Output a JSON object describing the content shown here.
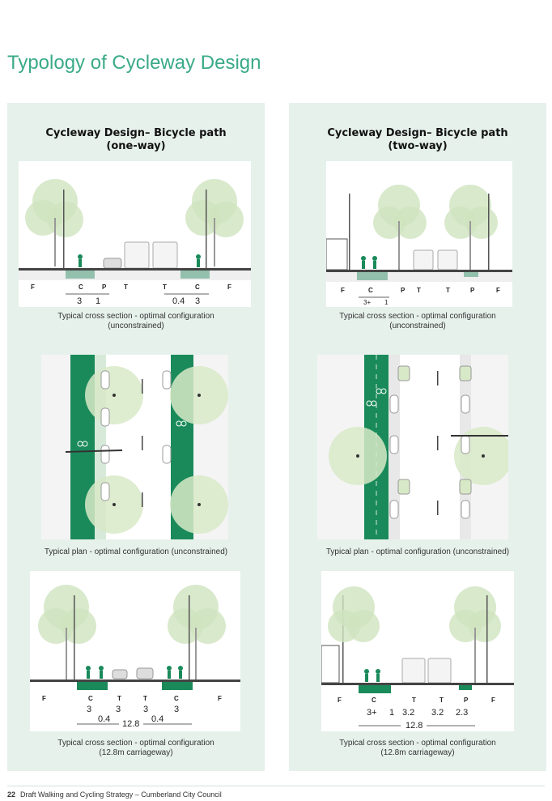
{
  "page": {
    "title": "Typology of Cycleway Design",
    "footer_page_number": "22",
    "footer_text": "Draft Walking and Cycling Strategy – Cumberland City Council"
  },
  "colors": {
    "accent": "#3aaa88",
    "panel_bg": "#e6f1ec",
    "cycle_green": "#1a8a5a"
  },
  "panels": [
    {
      "heading_line1": "Cycleway Design– Bicycle path",
      "heading_line2": "(one-way)",
      "section1": {
        "labels": [
          "F",
          "C",
          "P",
          "T",
          "T",
          "C",
          "F"
        ],
        "dims": [
          "3",
          "1",
          "0.4",
          "3"
        ],
        "caption_line1": "Typical cross section - optimal configuration",
        "caption_line2": "(unconstrained)"
      },
      "plan": {
        "caption": "Typical plan - optimal configuration (unconstrained)"
      },
      "section2": {
        "labels": [
          "F",
          "C",
          "T",
          "T",
          "C",
          "F"
        ],
        "dims_top": [
          "3",
          "3",
          "3",
          "3"
        ],
        "dims_bottom": [
          "0.4",
          "0.4"
        ],
        "total": "12.8",
        "caption_line1": "Typical cross section - optimal configuration",
        "caption_line2": "(12.8m carriageway)"
      }
    },
    {
      "heading_line1": "Cycleway Design– Bicycle path",
      "heading_line2": "(two-way)",
      "section1": {
        "labels": [
          "F",
          "C",
          "P",
          "T",
          "T",
          "P",
          "F"
        ],
        "dims": [
          "3+",
          "1"
        ],
        "caption_line1": "Typical cross section - optimal configuration",
        "caption_line2": "(unconstrained)"
      },
      "plan": {
        "caption": "Typical plan - optimal configuration (unconstrained)"
      },
      "section2": {
        "labels": [
          "F",
          "C",
          "T",
          "T",
          "P",
          "F"
        ],
        "dims_top": [
          "3+",
          "1",
          "3.2",
          "3.2",
          "2.3"
        ],
        "total": "12.8",
        "caption_line1": "Typical cross section - optimal configuration",
        "caption_line2": "(12.8m carriageway)"
      }
    }
  ]
}
